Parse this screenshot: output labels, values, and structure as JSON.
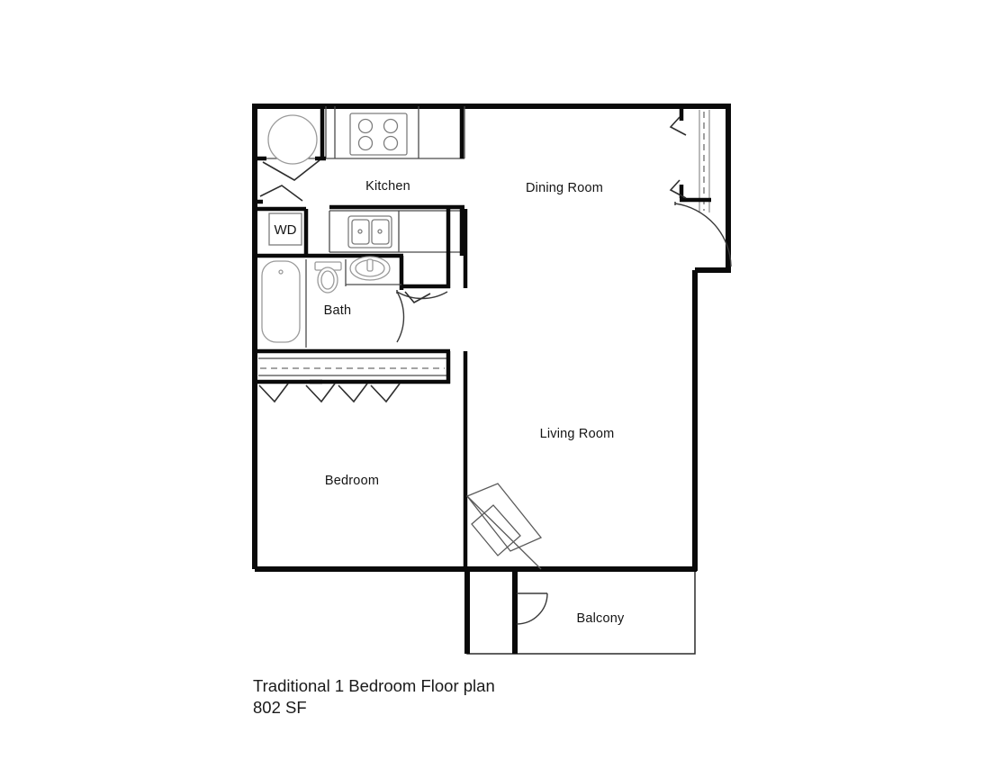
{
  "plan": {
    "title": "Traditional 1 Bedroom Floor plan",
    "area": "802 SF",
    "unit_type": "1 Bedroom",
    "square_feet": 802
  },
  "rooms": [
    {
      "key": "kitchen",
      "label": "Kitchen"
    },
    {
      "key": "dining",
      "label": "Dining Room"
    },
    {
      "key": "bath",
      "label": "Bath"
    },
    {
      "key": "living",
      "label": "Living Room"
    },
    {
      "key": "bedroom",
      "label": "Bedroom"
    },
    {
      "key": "balcony",
      "label": "Balcony"
    }
  ],
  "fixtures": {
    "washer_dryer_label": "WD",
    "items": [
      "refrigerator-circle",
      "range-four-burner",
      "kitchen-double-sink",
      "bathtub",
      "toilet",
      "vanity-sink",
      "washer-dryer"
    ]
  },
  "openings": {
    "items": [
      "entry-door-swing",
      "bath-door-swing",
      "balcony-door-swing",
      "bedroom-closet-bifold",
      "hall-closet-bifold",
      "kitchen-pantry-bifold",
      "dining-window",
      "living-sliding-door"
    ]
  },
  "colors": {
    "wall": "#0a0a0a",
    "fixture_stroke": "#9a9a9a",
    "text": "#141414",
    "background": "#ffffff"
  }
}
